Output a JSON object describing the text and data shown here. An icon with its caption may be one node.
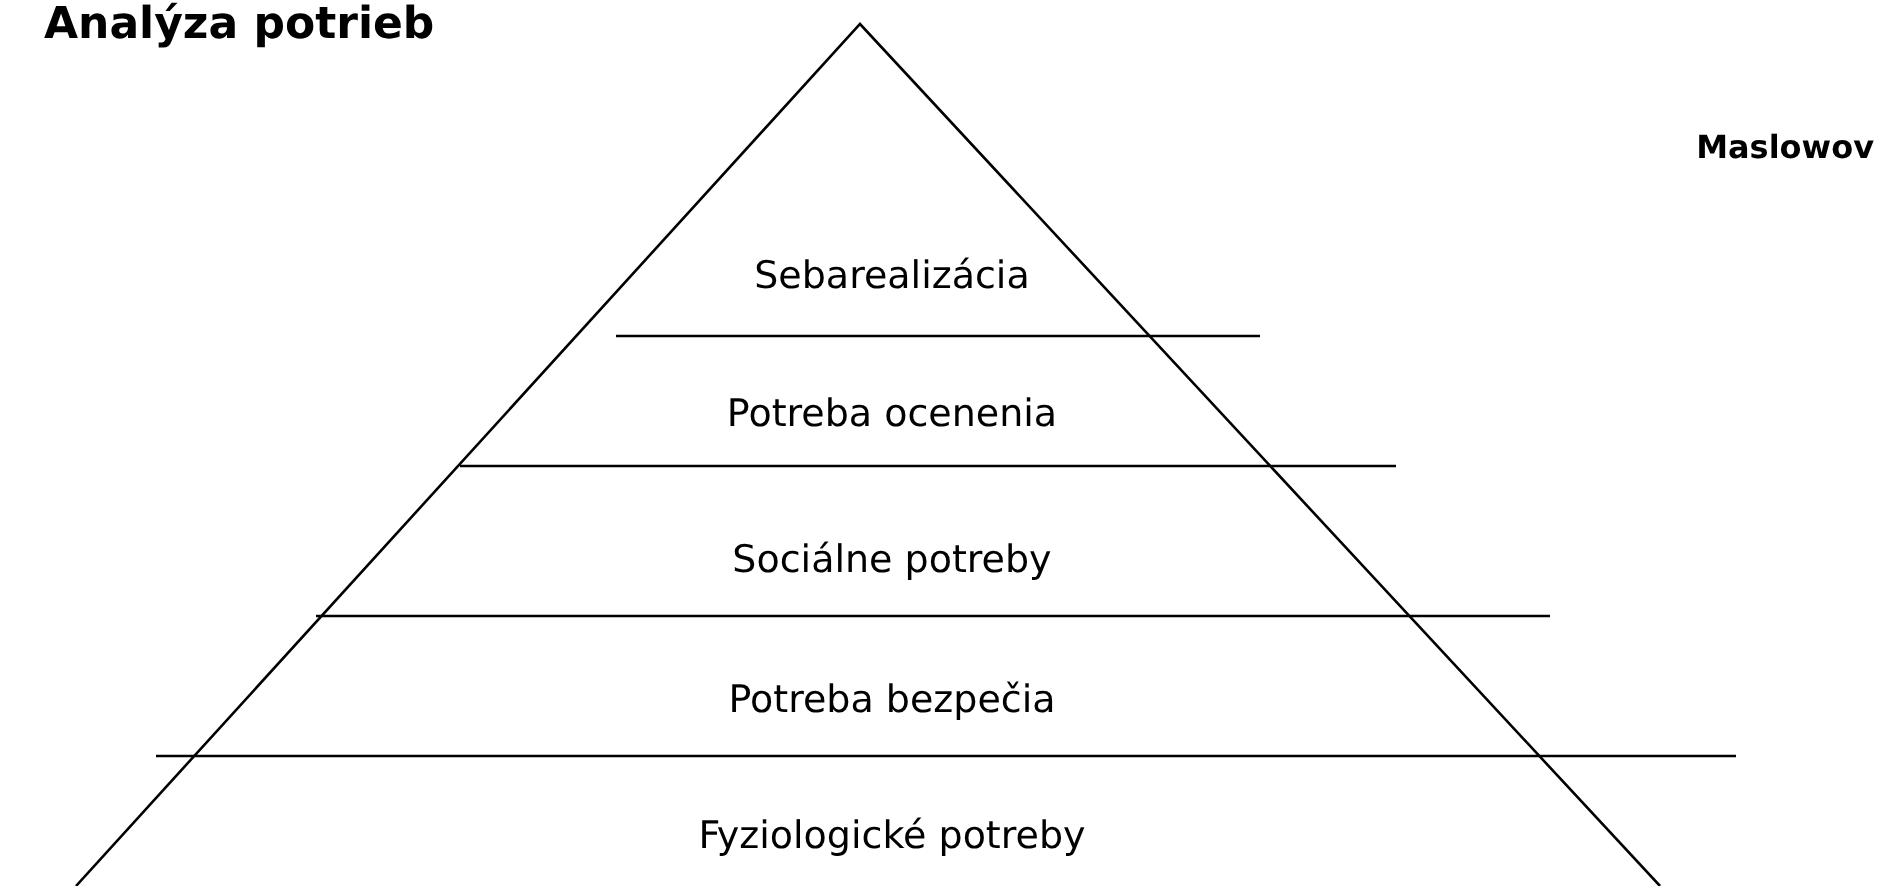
{
  "diagram": {
    "title": "Analýza potrieb",
    "nodes": [
      {
        "text": [
          "Sebarealizácia"
        ]
      },
      {
        "text": [
          "Potreba ocenenia"
        ]
      },
      {
        "text": [
          "Sociálne potreby"
        ]
      },
      {
        "text": [
          "Potreba bezpečia"
        ]
      },
      {
        "text": [
          "Fyziologické potreby"
        ]
      }
    ],
    "labels": [
      "Maslowov"
    ]
  }
}
